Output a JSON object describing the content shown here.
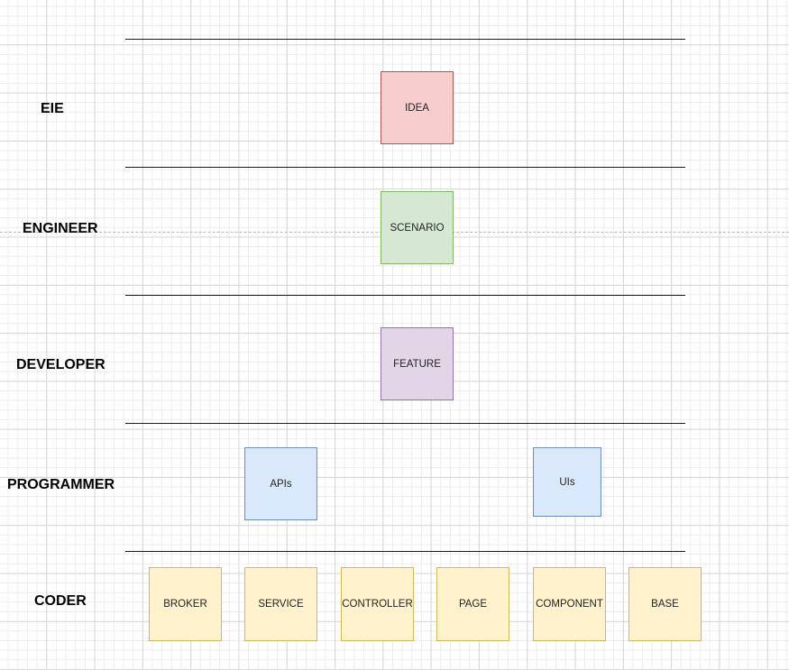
{
  "layers": [
    {
      "label": "EIE"
    },
    {
      "label": "ENGINEER"
    },
    {
      "label": "DEVELOPER"
    },
    {
      "label": "PROGRAMMER"
    },
    {
      "label": "CODER"
    }
  ],
  "nodes": {
    "idea": "IDEA",
    "scenario": "SCENARIO",
    "feature": "FEATURE",
    "apis": "APIs",
    "uis": "UIs",
    "broker": "BROKER",
    "service": "SERVICE",
    "controller": "CONTROLLER",
    "page": "PAGE",
    "component": "COMPONENT",
    "base": "BASE"
  },
  "colors": {
    "idea_fill": "#f8cecc",
    "idea_stroke": "#b85450",
    "scenario_fill": "#d5e8d4",
    "scenario_stroke": "#82b366",
    "feature_fill": "#e1d5e7",
    "feature_stroke": "#9673a6",
    "programmer_fill": "#dae8fc",
    "programmer_stroke": "#6c8ebf",
    "coder_fill": "#fff2cc",
    "coder_stroke": "#d6b656",
    "divider": "#1a1a1a"
  }
}
